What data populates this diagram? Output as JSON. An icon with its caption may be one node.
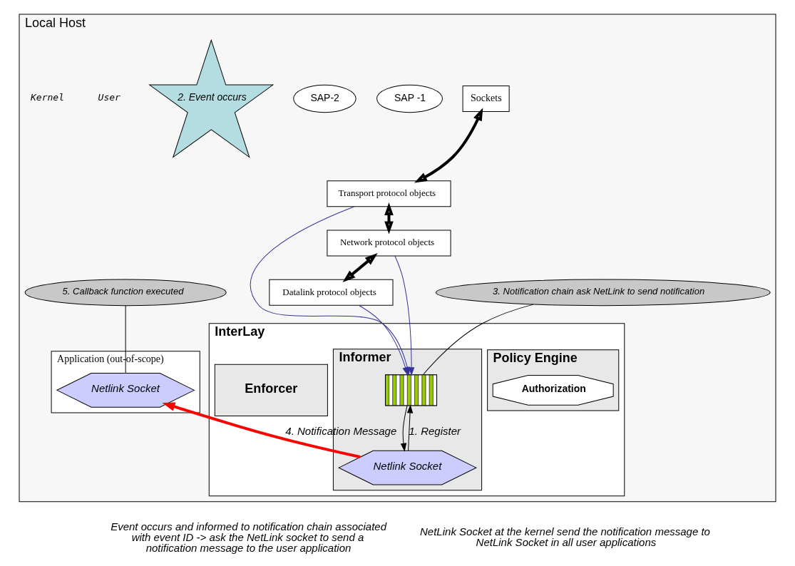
{
  "diagram": {
    "nodes": [
      {
        "text": [
          "Local Host"
        ]
      },
      {
        "text": [
          "Application (out-of-scope)"
        ],
        "in": 0
      },
      {
        "text": [
          "Netlink Socket"
        ],
        "in": 1
      },
      {
        "text": [
          "Sockets"
        ],
        "in": 0
      },
      {
        "text": [
          "InterLay"
        ],
        "in": 0
      },
      {
        "text": [
          "SAP -1"
        ],
        "in": 0
      },
      {
        "text": [
          "SAP-2"
        ],
        "in": 0
      },
      {
        "text": [
          "Policy Engine"
        ],
        "in": 4
      },
      {
        "text": [
          "Authorization"
        ],
        "in": 7
      },
      {
        "text": [
          "Informer"
        ],
        "in": 4
      },
      {
        "text": [],
        "shape": "box",
        "in": 9
      },
      {
        "text": [
          "Netlink Socket"
        ],
        "in": 9
      },
      {
        "text": [
          "Enforcer"
        ],
        "in": 4
      },
      {
        "text": [
          "2. Event occurs"
        ],
        "in": 0
      },
      {
        "text": [
          "Transport protocol objects"
        ],
        "in": 0
      },
      {
        "text": [
          "Network protocol objects"
        ],
        "in": 0
      },
      {
        "text": [
          "Datalink protocol objects"
        ],
        "in": 0
      },
      {
        "text": [
          "5. Callback function executed"
        ],
        "in": 0
      },
      {
        "text": [
          "3. Notification chain ask NetLink to send notification"
        ],
        "in": 0
      }
    ],
    "edges": [
      {
        "from": 11,
        "to": 10,
        "arrow": "to",
        "label": "1. Register"
      },
      {
        "from": 10,
        "to": 11,
        "arrow": "to"
      },
      {
        "from": 11,
        "to": 2,
        "arrow": "to",
        "label": "4. Notification Message",
        "style": "thick",
        "color": "#ff0000"
      },
      {
        "from": 14,
        "to": 10,
        "arrow": "to",
        "color": "#333399"
      },
      {
        "from": 15,
        "to": 10,
        "arrow": "to",
        "color": "#333399"
      },
      {
        "from": 16,
        "to": 10,
        "arrow": "to",
        "color": "#333399"
      },
      {
        "from": 3,
        "to": 14,
        "arrow": "both",
        "style": "thick"
      },
      {
        "from": 14,
        "to": 15,
        "arrow": "both",
        "style": "thick"
      },
      {
        "from": 15,
        "to": 16,
        "arrow": "both",
        "style": "thick"
      },
      {
        "from": 17,
        "to": 2,
        "arrow": "none"
      },
      {
        "from": 18,
        "to": 10,
        "arrow": "none"
      }
    ],
    "labels": [
      "User",
      "Kernel"
    ],
    "legend": [
      {
        "text": "Event occurs and informed to notification chain associated with event ID -> ask the NetLink socket to send a notification message to the user application"
      },
      {
        "text": "NetLink Socket at the kernel send the notification message to NetLink Socket in all user applications"
      }
    ]
  }
}
